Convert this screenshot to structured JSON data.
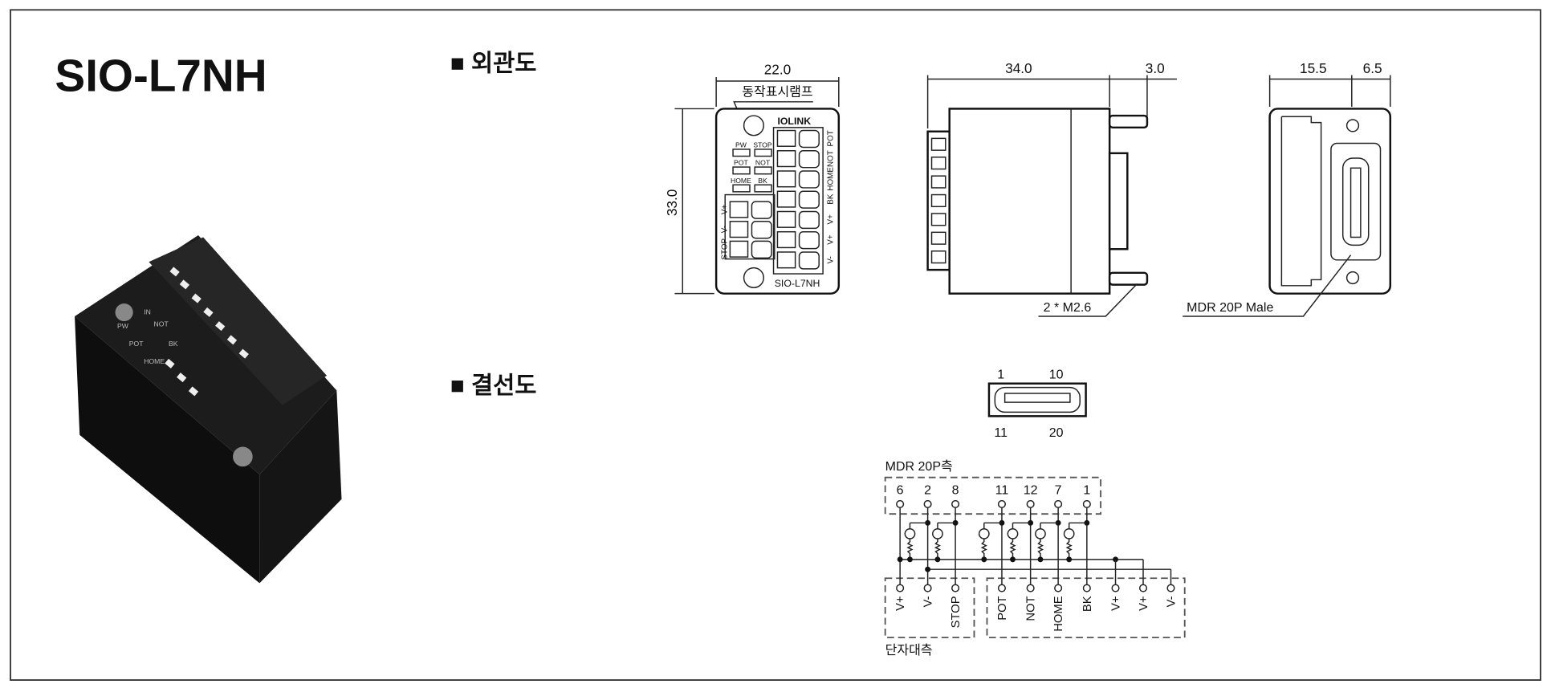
{
  "title": "SIO-L7NH",
  "sections": {
    "exterior": "■ 외관도",
    "wiring": "■ 결선도"
  },
  "front_view": {
    "width_dim": "22.0",
    "height_dim": "33.0",
    "lamp_label": "동작표시램프",
    "logo": "IOLINK",
    "lamps": [
      "PW",
      "STOP",
      "POT",
      "NOT",
      "HOME",
      "BK"
    ],
    "right_terminals": [
      "POT",
      "NOT",
      "HOME",
      "BK",
      "V+",
      "V+",
      "V-"
    ],
    "left_terminals": [
      "V+",
      "V-",
      "STOP"
    ],
    "model": "SIO-L7NH"
  },
  "side_view": {
    "depth_dim": "34.0",
    "pin_dim": "3.0",
    "screw_label": "2 * M2.6"
  },
  "rear_view": {
    "dim_a": "15.5",
    "dim_b": "6.5",
    "connector_label": "MDR 20P Male"
  },
  "pinout": {
    "top_left": "1",
    "top_right": "10",
    "bottom_left": "11",
    "bottom_right": "20"
  },
  "wiring": {
    "mdr_label": "MDR 20P측",
    "terminal_label": "단자대측",
    "mdr_pins": [
      "6",
      "2",
      "8",
      "11",
      "12",
      "7",
      "1"
    ],
    "terminals": [
      "V+",
      "V-",
      "STOP",
      "POT",
      "NOT",
      "HOME",
      "BK",
      "V+",
      "V+",
      "V-"
    ]
  }
}
